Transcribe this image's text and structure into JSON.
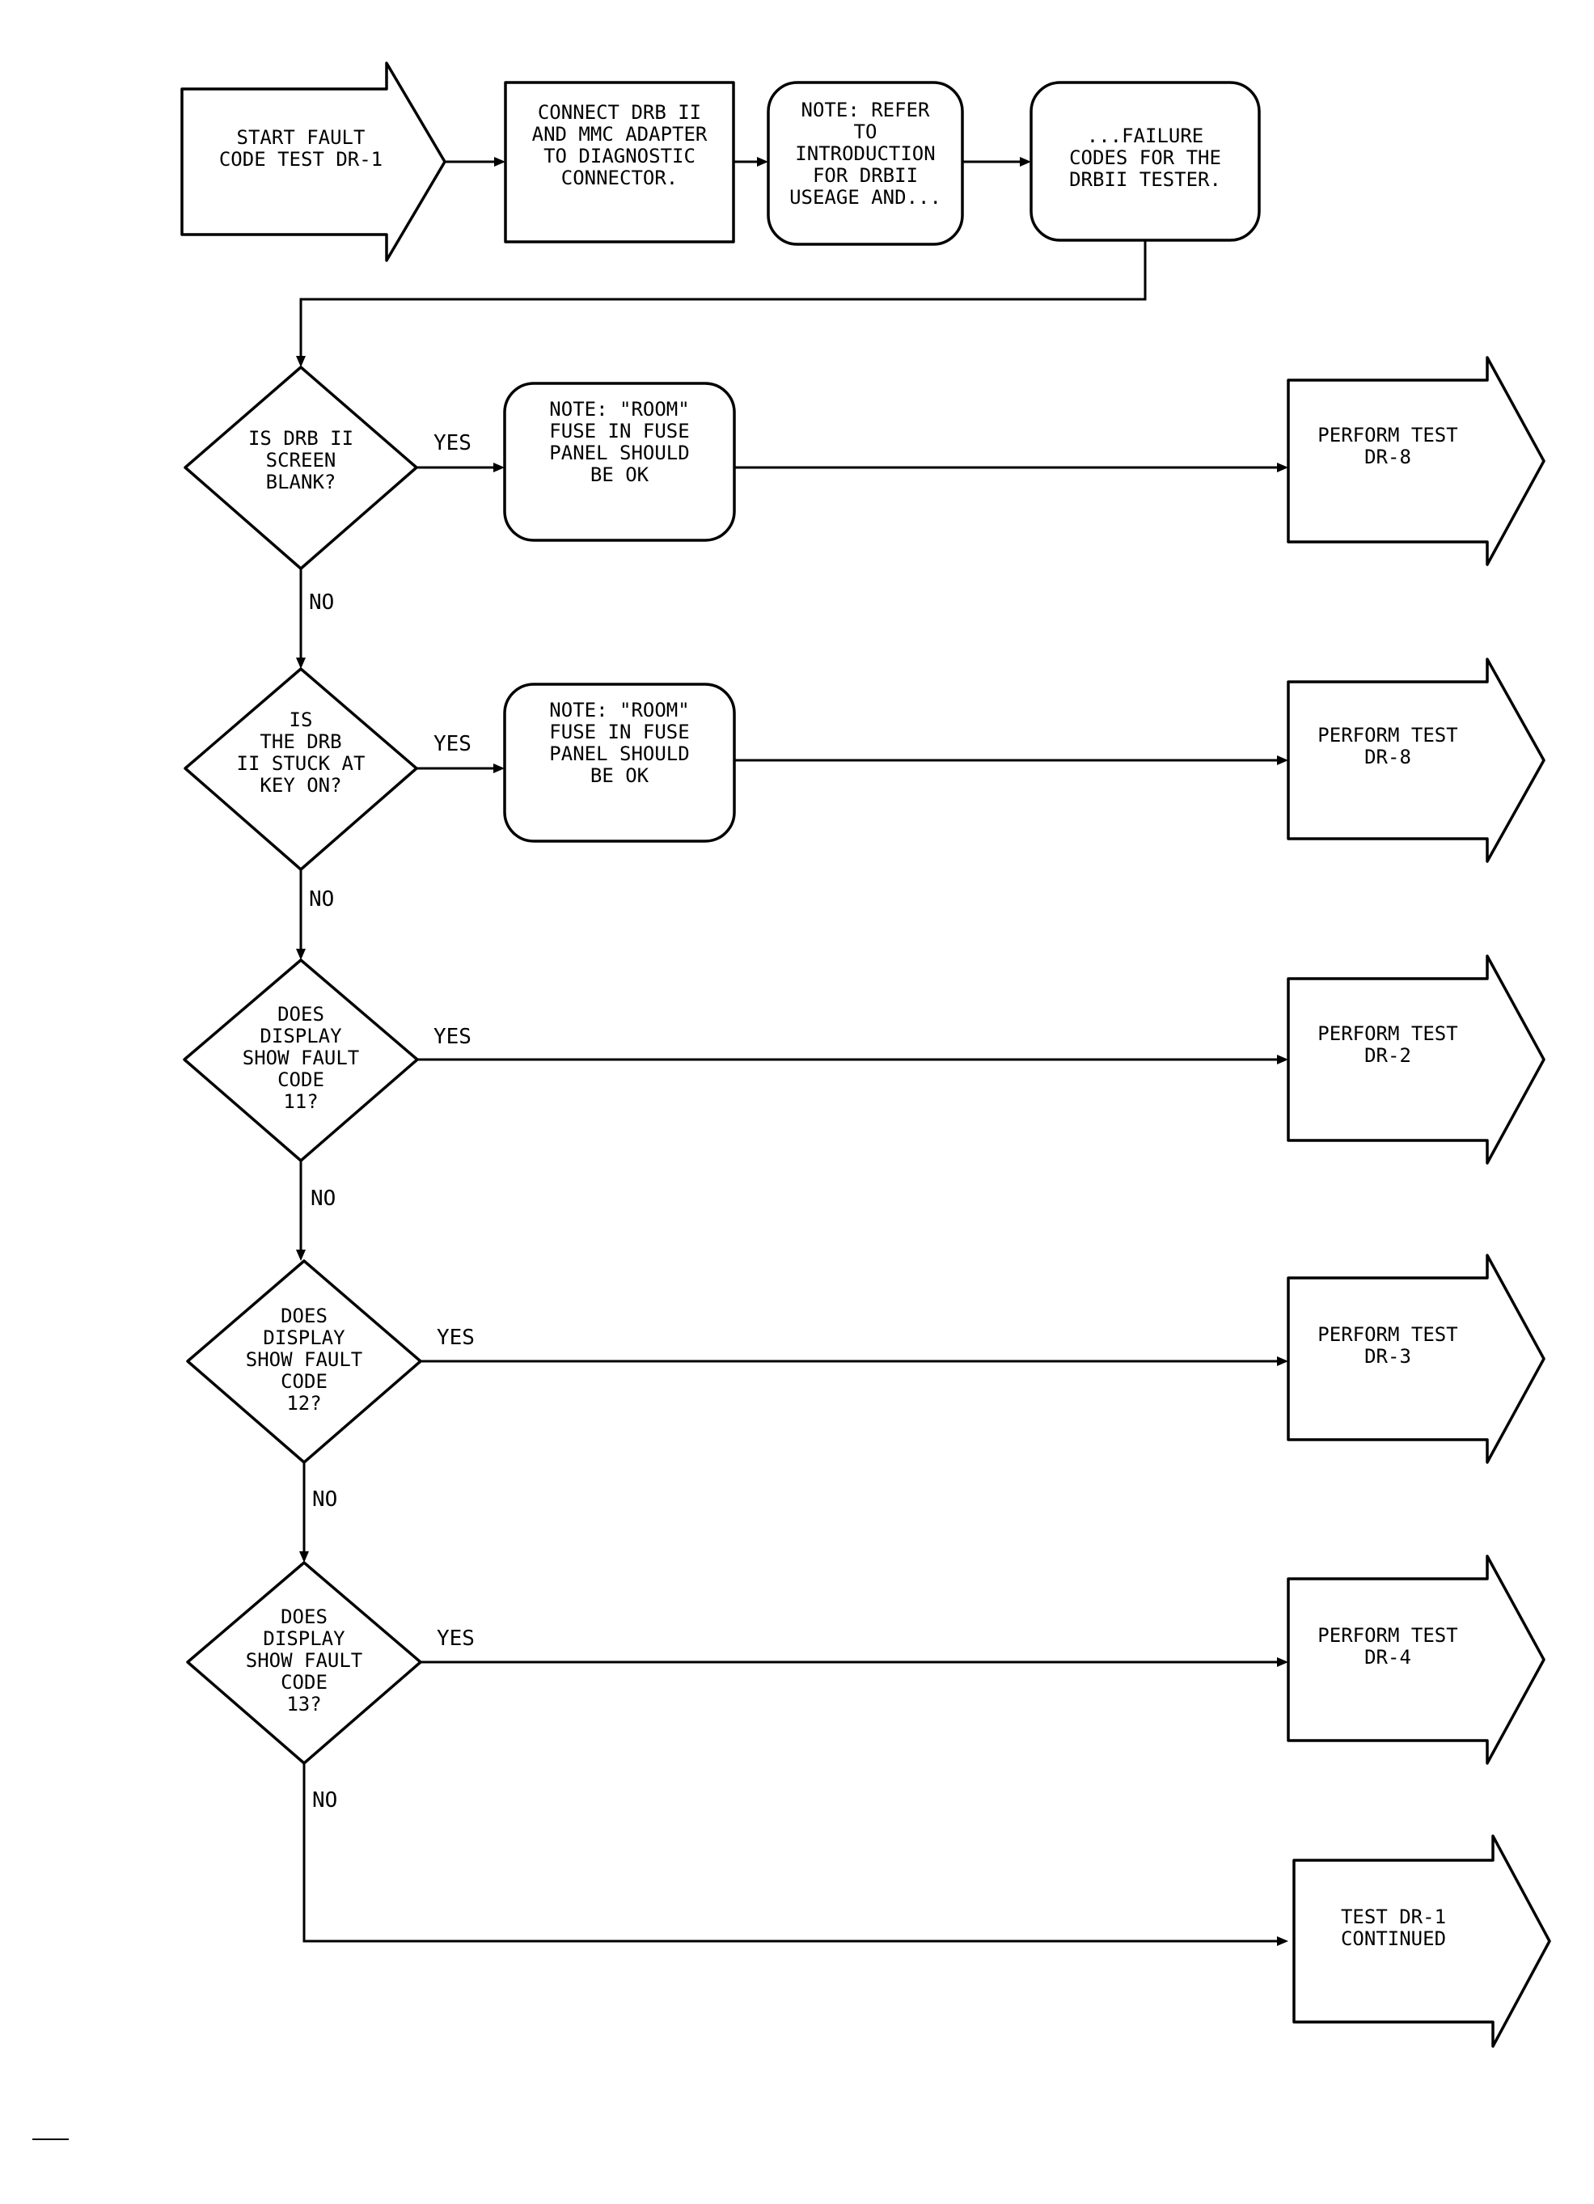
{
  "flowchart": {
    "start": {
      "lines": [
        "START FAULT",
        "CODE TEST DR-1"
      ]
    },
    "connect_step": {
      "lines": [
        "CONNECT DRB II",
        "AND MMC ADAPTER",
        "TO DIAGNOSTIC",
        "CONNECTOR."
      ]
    },
    "note_refer": {
      "lines": [
        "NOTE: REFER",
        "TO",
        "INTRODUCTION",
        "FOR DRBII",
        "USEAGE AND..."
      ]
    },
    "note_failure": {
      "lines": [
        "...FAILURE",
        "CODES FOR THE",
        "DRBII TESTER."
      ]
    },
    "decision_1": {
      "lines": [
        "IS DRB II",
        "SCREEN",
        "BLANK?"
      ]
    },
    "note_room_1": {
      "lines": [
        "NOTE: \"ROOM\"",
        "FUSE IN FUSE",
        "PANEL SHOULD",
        "BE OK"
      ]
    },
    "result_1": {
      "lines": [
        "PERFORM TEST",
        "DR-8"
      ]
    },
    "decision_2": {
      "lines": [
        "IS",
        "THE DRB",
        "II STUCK AT",
        "KEY ON?"
      ]
    },
    "note_room_2": {
      "lines": [
        "NOTE: \"ROOM\"",
        "FUSE IN FUSE",
        "PANEL SHOULD",
        "BE OK"
      ]
    },
    "result_2": {
      "lines": [
        "PERFORM TEST",
        "DR-8"
      ]
    },
    "decision_3": {
      "lines": [
        "DOES",
        "DISPLAY",
        "SHOW FAULT",
        "CODE",
        "11?"
      ]
    },
    "result_3": {
      "lines": [
        "PERFORM TEST",
        "DR-2"
      ]
    },
    "decision_4": {
      "lines": [
        "DOES",
        "DISPLAY",
        "SHOW FAULT",
        "CODE",
        "12?"
      ]
    },
    "result_4": {
      "lines": [
        "PERFORM TEST",
        "DR-3"
      ]
    },
    "decision_5": {
      "lines": [
        "DOES",
        "DISPLAY",
        "SHOW FAULT",
        "CODE",
        "13?"
      ]
    },
    "result_5": {
      "lines": [
        "PERFORM TEST",
        "DR-4"
      ]
    },
    "continued": {
      "lines": [
        "TEST DR-1",
        "CONTINUED"
      ]
    },
    "labels": {
      "yes_1": "YES",
      "no_1": "NO",
      "yes_2": "YES",
      "no_2": "NO",
      "yes_3": "YES",
      "no_3": "NO",
      "yes_4": "YES",
      "no_4": "NO",
      "yes_5": "YES",
      "no_5": "NO"
    }
  }
}
